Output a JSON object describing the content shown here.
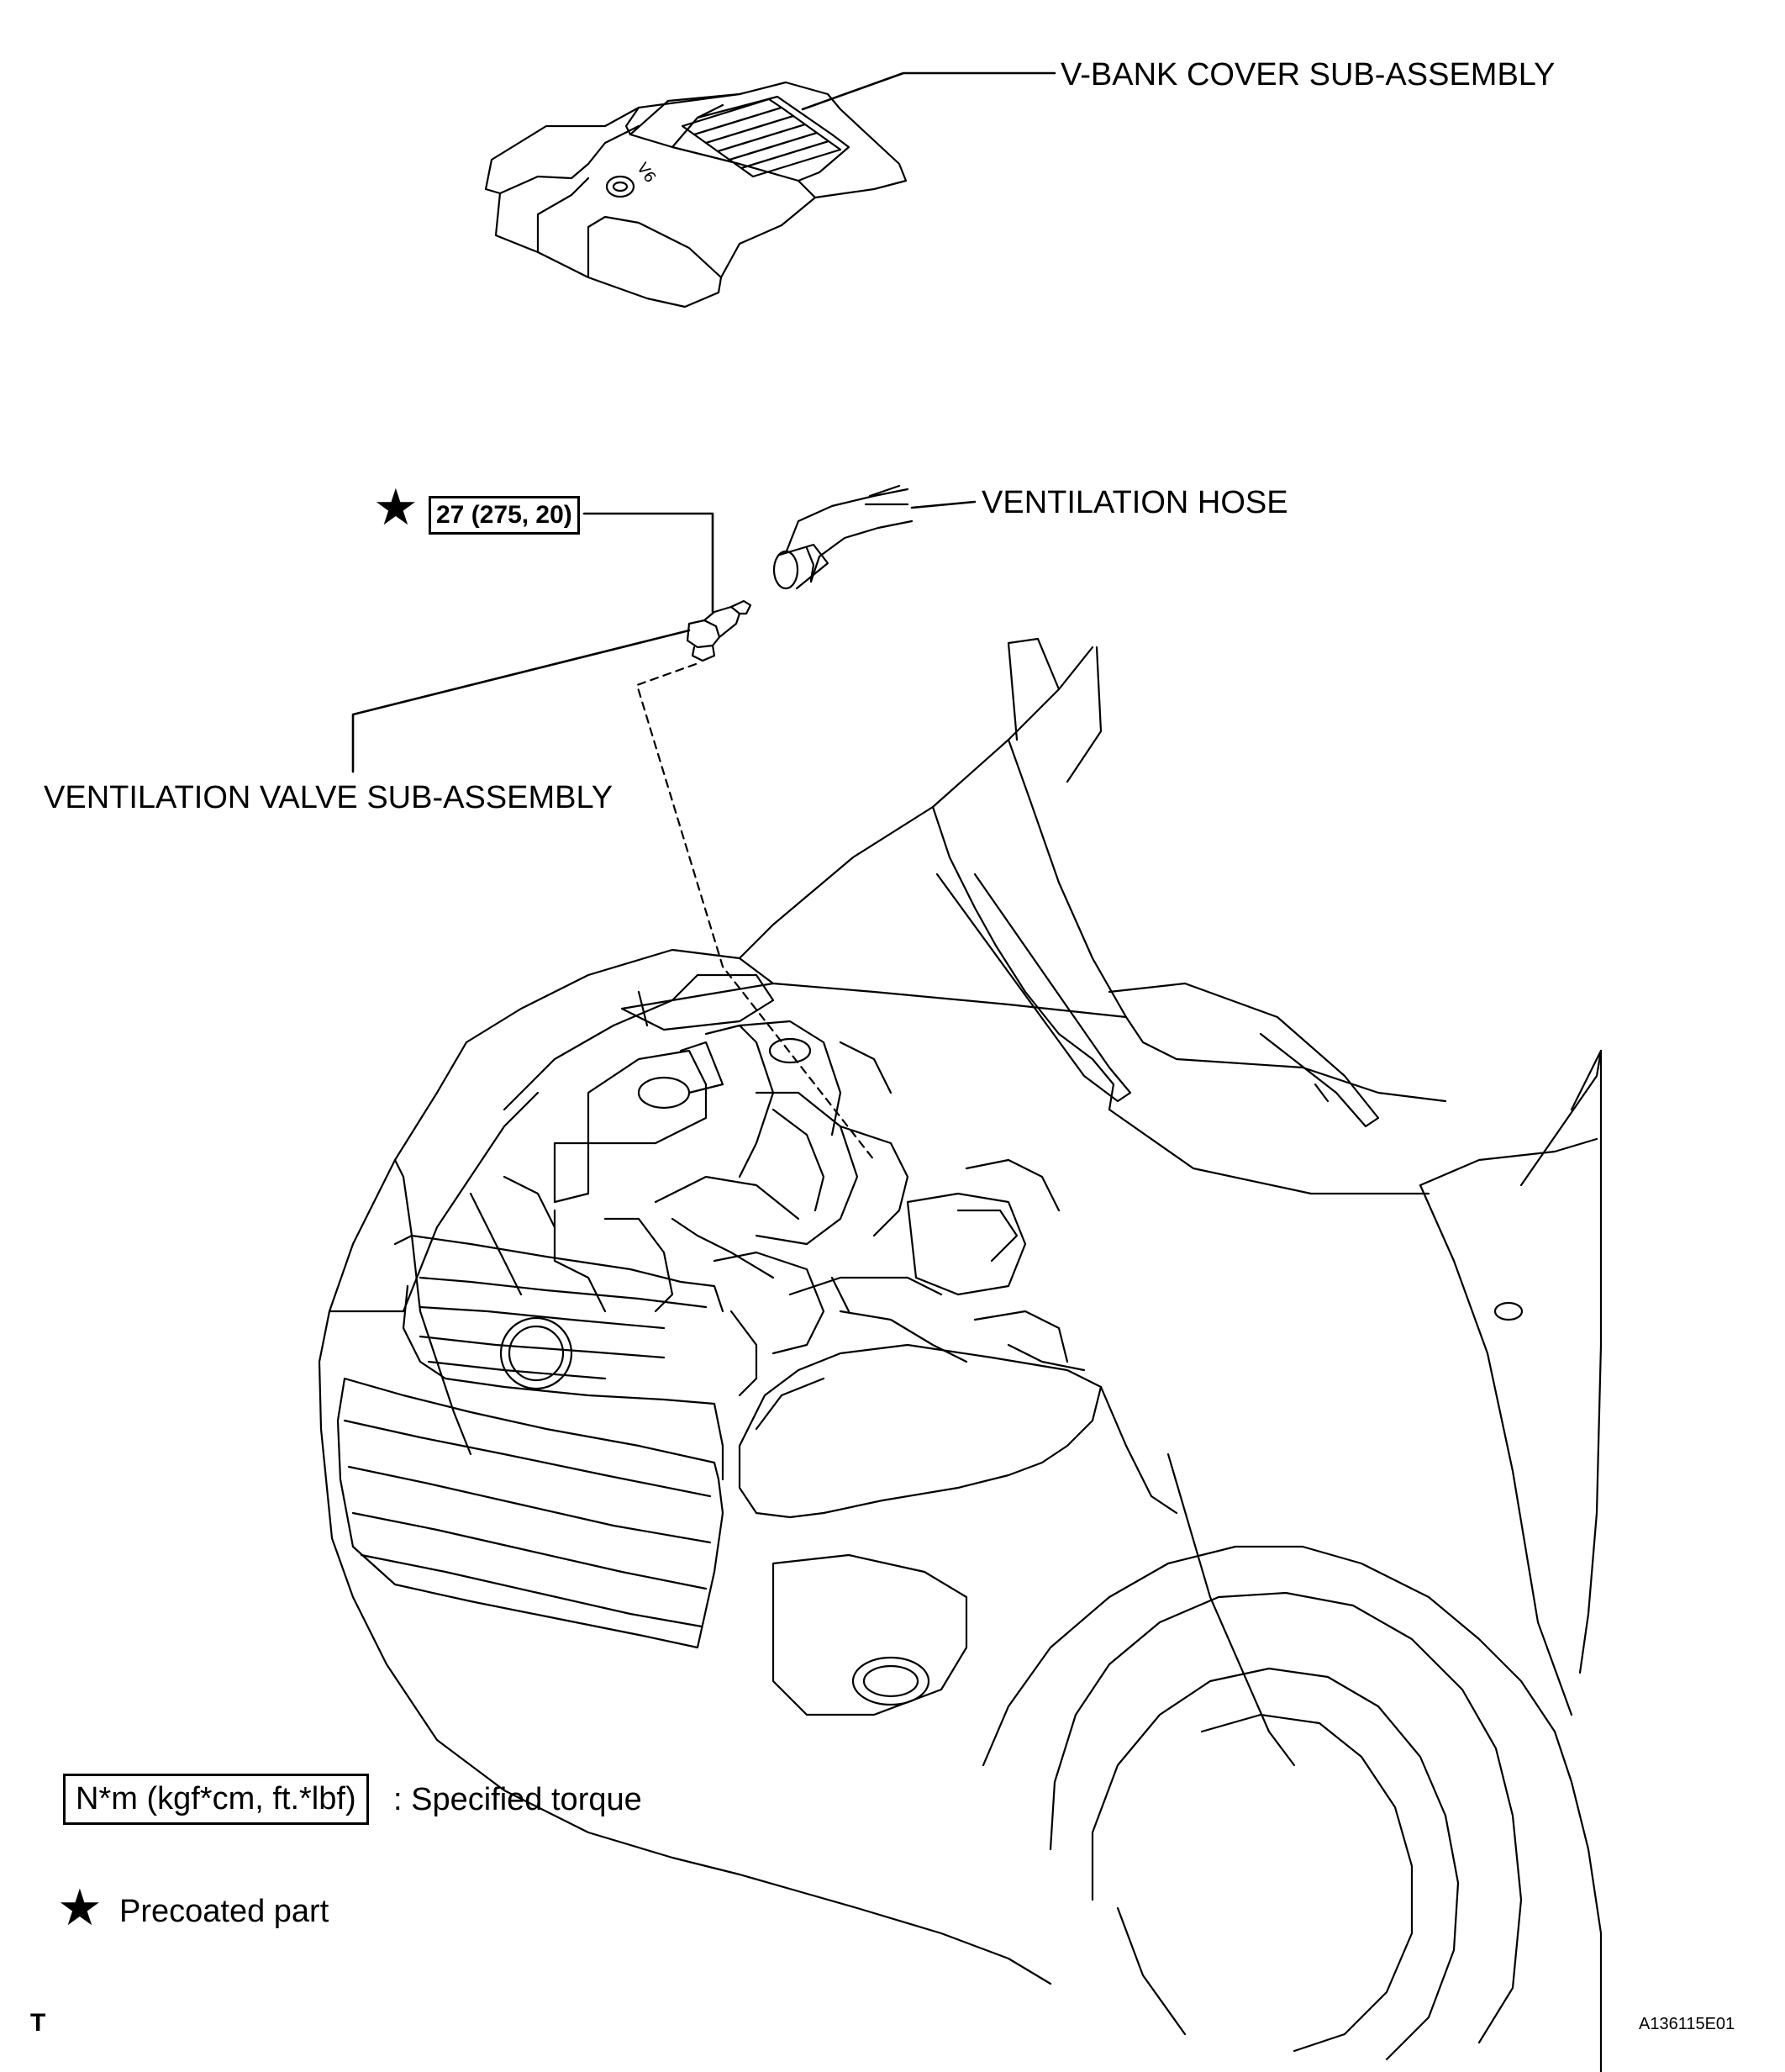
{
  "parts": {
    "vbank_cover": "V-BANK COVER SUB-ASSEMBLY",
    "ventilation_hose": "VENTILATION HOSE",
    "ventilation_valve": "VENTILATION VALVE SUB-ASSEMBLY"
  },
  "torque_spec": "27 (275, 20)",
  "legend": {
    "torque_box": "N*m (kgf*cm, ft.*lbf)",
    "torque_text": ": Specified torque",
    "precoated_text": "Precoated part"
  },
  "star_symbol": "★",
  "corner_code": "T",
  "figure_id": "A136115E01"
}
